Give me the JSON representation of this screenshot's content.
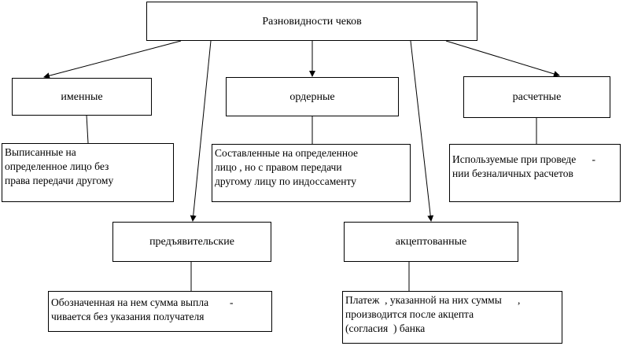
{
  "root": {
    "label": "Разновидности чеков"
  },
  "types": {
    "named": {
      "label": "именные",
      "description": [
        "Выписанные на",
        "определенное лицо без",
        "права передачи другому"
      ]
    },
    "order": {
      "label": "ордерные",
      "description": [
        "Составленные на определенное",
        "лицо , но с правом передачи",
        "другому лицу по индоссаменту"
      ]
    },
    "settlement": {
      "label": "расчетные",
      "description": [
        "Используемые при проведе      -",
        "нии безналичных расчетов"
      ]
    },
    "bearer": {
      "label": "предъявительские",
      "description": [
        "Обозначенная на нем сумма выпла        -",
        "чивается без указания получателя"
      ]
    },
    "accepted": {
      "label": "акцептованные",
      "description": [
        "Платеж  , указанной на них суммы      ,",
        "производится после акцепта",
        "(согласия  ) банка"
      ]
    }
  }
}
